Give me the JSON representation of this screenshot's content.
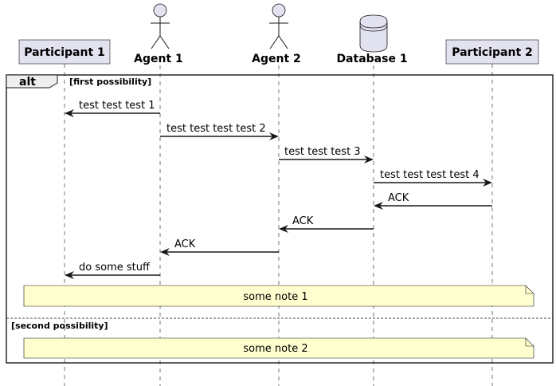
{
  "participants": {
    "p1": "Participant 1",
    "a1": "Agent 1",
    "a2": "Agent 2",
    "db": "Database 1",
    "p2": "Participant 2"
  },
  "fragment": {
    "keyword": "alt",
    "guard1": "[first possibility]",
    "guard2": "[second possibility]"
  },
  "messages": [
    "test test test 1",
    "test test test test 2",
    "test test test 3",
    "test test test test 4",
    "ACK",
    "ACK",
    "ACK",
    "do some stuff"
  ],
  "notes": [
    "some note 1",
    "some note 2"
  ],
  "colors": {
    "participant_fill": "#e2e2f0",
    "note_fill": "#fefece",
    "line": "#181818"
  }
}
